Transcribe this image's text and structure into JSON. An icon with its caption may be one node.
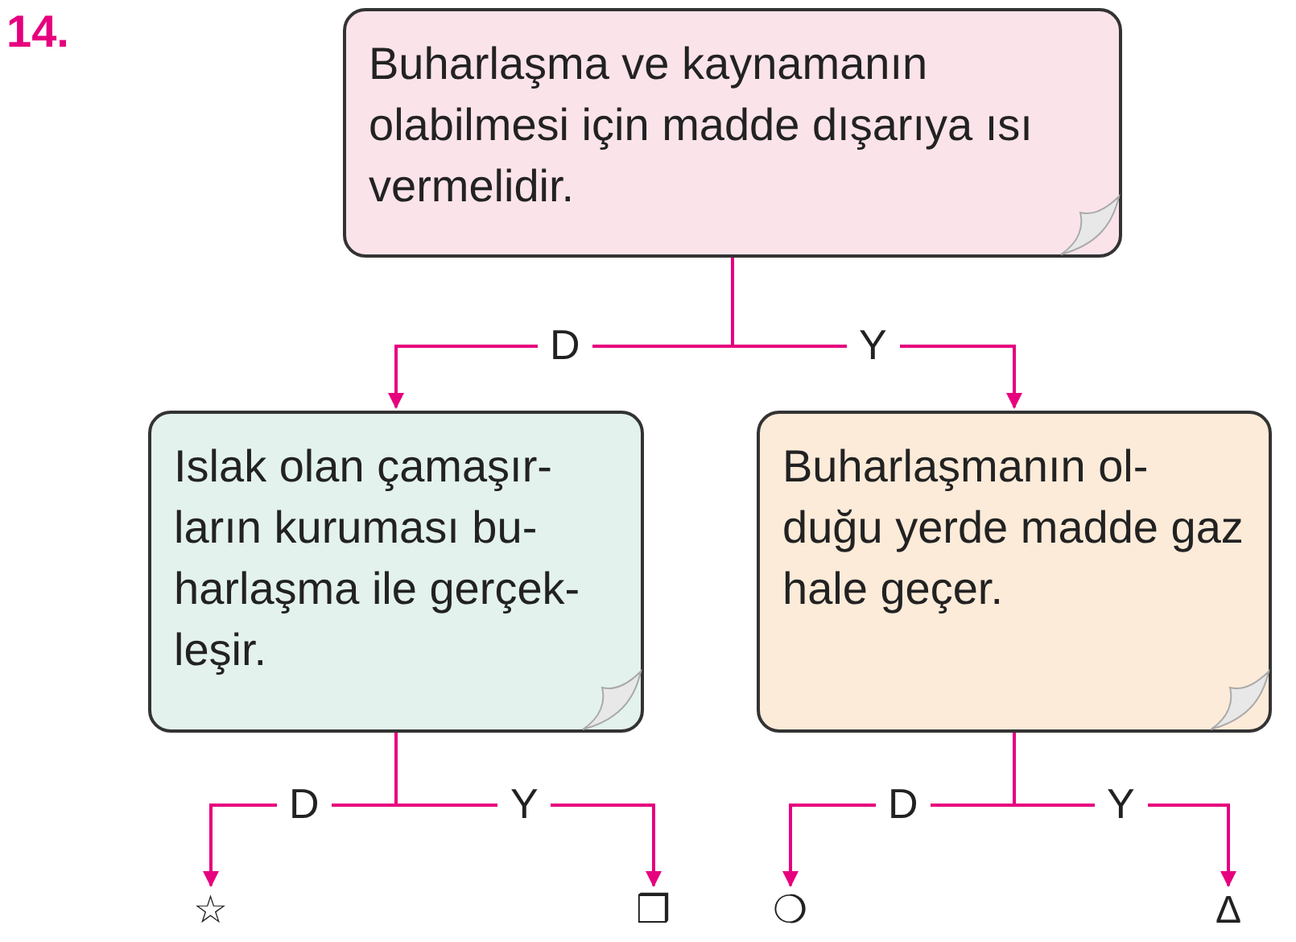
{
  "diagram": {
    "nodes": [
      {
        "text": [
          "Buharlaşma ve kaynamanın olabilmesi için madde dışarıya ısı vermelidir."
        ]
      },
      {
        "text": [
          "Islak olan çamaşır- ların kuruması bu- harlaşma ile gerçek- leşir."
        ]
      },
      {
        "text": [
          "Buharlaşmanın ol- duğu yerde madde gaz hale geçer."
        ]
      },
      {
        "text": [
          "☆"
        ]
      },
      {
        "text": [
          "❒"
        ]
      },
      {
        "text": [
          "❍"
        ]
      },
      {
        "text": [
          "Δ"
        ]
      }
    ],
    "edges": [
      {
        "from": 0,
        "to": 1,
        "arrow": "to",
        "label": "D"
      },
      {
        "from": 0,
        "to": 2,
        "arrow": "to",
        "label": "Y"
      },
      {
        "from": 1,
        "to": 3,
        "arrow": "to",
        "label": "D"
      },
      {
        "from": 1,
        "to": 4,
        "arrow": "to",
        "label": "Y"
      },
      {
        "from": 2,
        "to": 5,
        "arrow": "to",
        "label": "D"
      },
      {
        "from": 2,
        "to": 6,
        "arrow": "to",
        "label": "Y"
      }
    ],
    "labels": [
      "14."
    ]
  }
}
